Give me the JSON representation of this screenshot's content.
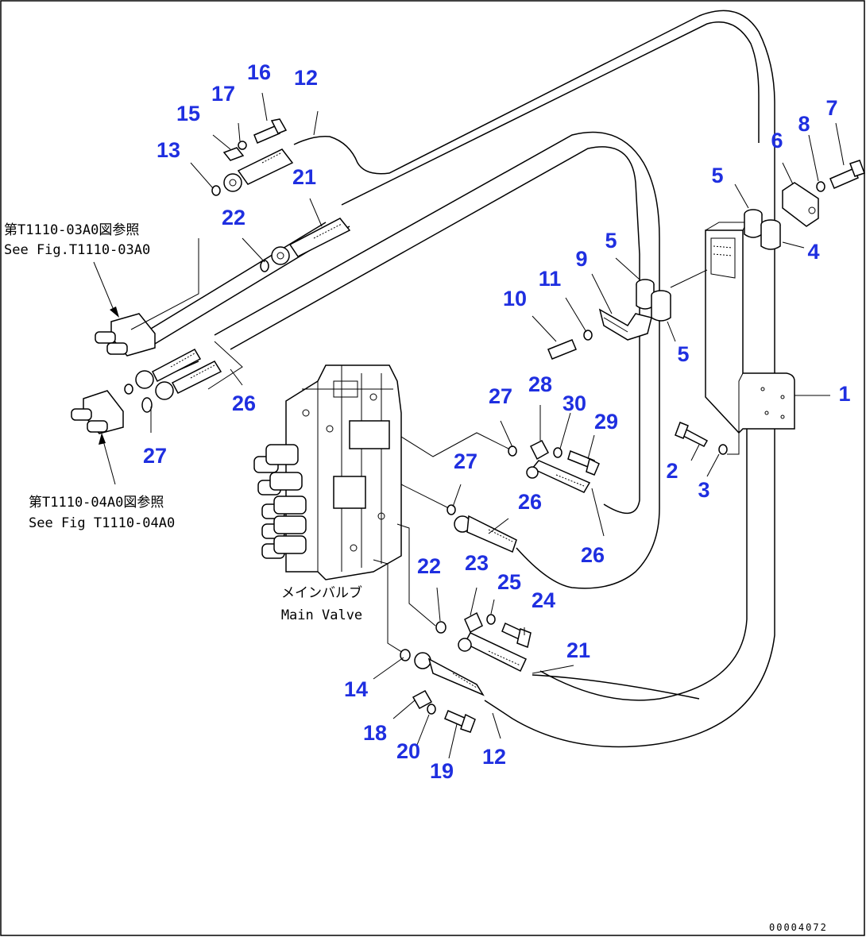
{
  "callouts": [
    {
      "id": "c1",
      "text": "1"
    },
    {
      "id": "c2",
      "text": "2"
    },
    {
      "id": "c3",
      "text": "3"
    },
    {
      "id": "c4",
      "text": "4"
    },
    {
      "id": "c5a",
      "text": "5"
    },
    {
      "id": "c5b",
      "text": "5"
    },
    {
      "id": "c5c",
      "text": "5"
    },
    {
      "id": "c6",
      "text": "6"
    },
    {
      "id": "c7",
      "text": "7"
    },
    {
      "id": "c8",
      "text": "8"
    },
    {
      "id": "c9",
      "text": "9"
    },
    {
      "id": "c10",
      "text": "10"
    },
    {
      "id": "c11",
      "text": "11"
    },
    {
      "id": "c12a",
      "text": "12"
    },
    {
      "id": "c12b",
      "text": "12"
    },
    {
      "id": "c13",
      "text": "13"
    },
    {
      "id": "c14",
      "text": "14"
    },
    {
      "id": "c15",
      "text": "15"
    },
    {
      "id": "c16",
      "text": "16"
    },
    {
      "id": "c17",
      "text": "17"
    },
    {
      "id": "c18",
      "text": "18"
    },
    {
      "id": "c19",
      "text": "19"
    },
    {
      "id": "c20",
      "text": "20"
    },
    {
      "id": "c21a",
      "text": "21"
    },
    {
      "id": "c21b",
      "text": "21"
    },
    {
      "id": "c22a",
      "text": "22"
    },
    {
      "id": "c22b",
      "text": "22"
    },
    {
      "id": "c23",
      "text": "23"
    },
    {
      "id": "c24",
      "text": "24"
    },
    {
      "id": "c25",
      "text": "25"
    },
    {
      "id": "c26a",
      "text": "26"
    },
    {
      "id": "c26b",
      "text": "26"
    },
    {
      "id": "c26c",
      "text": "26"
    },
    {
      "id": "c27a",
      "text": "27"
    },
    {
      "id": "c27b",
      "text": "27"
    },
    {
      "id": "c27c",
      "text": "27"
    },
    {
      "id": "c28",
      "text": "28"
    },
    {
      "id": "c29",
      "text": "29"
    },
    {
      "id": "c30",
      "text": "30"
    }
  ],
  "references": {
    "ref1_jp": "第T1110-03A0図参照",
    "ref1_en": "See Fig.T1110-03A0",
    "ref2_jp": "第T1110-04A0図参照",
    "ref2_en": "See Fig T1110-04A0"
  },
  "main_valve": {
    "jp": "メインバルブ",
    "en": "Main Valve"
  },
  "drawing_code": "00004072",
  "colors": {
    "callout": "#1f2fe0",
    "line": "#000000",
    "background": "#ffffff"
  }
}
